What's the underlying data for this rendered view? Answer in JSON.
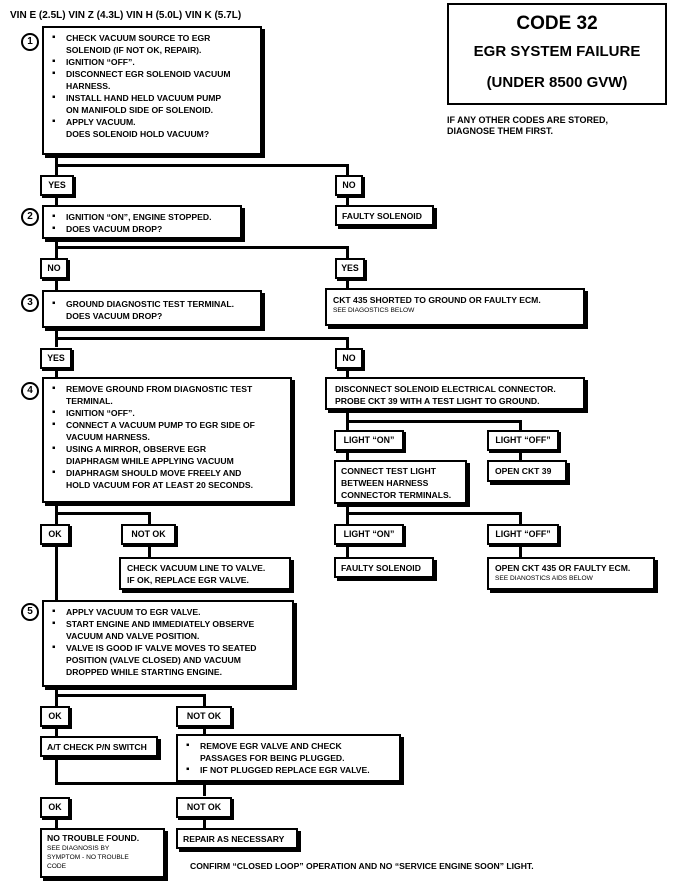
{
  "header": {
    "vin_line": "VIN E (2.5L)  VIN Z (4.3L)  VIN H (5.0L)  VIN K (5.7L)"
  },
  "code_box": {
    "code": "CODE 32",
    "title": "EGR SYSTEM FAILURE",
    "subtitle": "(UNDER 8500 GVW)"
  },
  "note": {
    "line1": "IF ANY OTHER CODES ARE STORED,",
    "line2": "DIAGNOSE THEM FIRST."
  },
  "step1": {
    "num": "1",
    "items": [
      [
        "CHECK VACUUM SOURCE TO EGR",
        "SOLENOID (IF NOT OK, REPAIR)."
      ],
      [
        "IGNITION “OFF”."
      ],
      [
        "DISCONNECT EGR SOLENOID VACUUM",
        "HARNESS."
      ],
      [
        "INSTALL HAND HELD VACUUM PUMP",
        "ON MANIFOLD SIDE OF SOLENOID."
      ],
      [
        "APPLY VACUUM.",
        "DOES SOLENOID HOLD VACUUM?"
      ]
    ]
  },
  "step2": {
    "num": "2",
    "items": [
      [
        "IGNITION “ON”, ENGINE STOPPED."
      ],
      [
        "DOES VACUUM DROP?"
      ]
    ]
  },
  "step3": {
    "num": "3",
    "items": [
      [
        "GROUND DIAGNOSTIC TEST TERMINAL.",
        "DOES VACUUM DROP?"
      ]
    ]
  },
  "step4": {
    "num": "4",
    "items": [
      [
        "REMOVE GROUND FROM DIAGNOSTIC TEST",
        "TERMINAL."
      ],
      [
        "IGNITION “OFF”."
      ],
      [
        "CONNECT A VACUUM PUMP TO EGR SIDE OF",
        "VACUUM HARNESS."
      ],
      [
        "USING A MIRROR, OBSERVE EGR",
        "DIAPHRAGM WHILE APPLYING VACUUM"
      ],
      [
        "DIAPHRAGM SHOULD MOVE FREELY AND",
        "HOLD VACUUM FOR AT LEAST 20 SECONDS."
      ]
    ]
  },
  "step5": {
    "num": "5",
    "items": [
      [
        "APPLY VACUUM TO EGR VALVE."
      ],
      [
        "START ENGINE AND IMMEDIATELY OBSERVE",
        "VACUUM AND VALVE POSITION."
      ],
      [
        "VALVE IS GOOD IF VALVE MOVES TO SEATED",
        "POSITION (VALVE CLOSED) AND VACUUM",
        "DROPPED WHILE STARTING ENGINE."
      ]
    ]
  },
  "labels": {
    "yes": "YES",
    "no": "NO",
    "ok": "OK",
    "not_ok": "NOT OK",
    "light_on": "LIGHT “ON”",
    "light_off": "LIGHT “OFF”"
  },
  "results": {
    "faulty_solenoid": "FAULTY SOLENOID",
    "ckt435": "CKT 435 SHORTED TO GROUND OR FAULTY ECM.",
    "ckt435_sub": "SEE DIAGOSTICS BELOW",
    "disconnect_line1": "DISCONNECT SOLENOID ELECTRICAL CONNECTOR.",
    "disconnect_line2": "PROBE CKT 39 WITH A TEST LIGHT TO GROUND.",
    "open_ckt39": "OPEN CKT 39",
    "connect_line1": "CONNECT TEST LIGHT",
    "connect_line2": "BETWEEN HARNESS",
    "connect_line3": "CONNECTOR TERMINALS.",
    "faulty_solenoid2": "FAULTY SOLENOID",
    "open_ckt435": "OPEN CKT 435 OR FAULTY ECM.",
    "open_ckt435_sub": "SEE DIANOSTICS AIDS BELOW",
    "check_line1": "CHECK VACUUM LINE TO VALVE.",
    "check_line2": "IF OK, REPLACE EGR VALVE.",
    "at_check": "A/T CHECK P/N SWITCH",
    "remove_line1": "REMOVE EGR VALVE AND CHECK",
    "remove_line2": "PASSAGES FOR BEING PLUGGED.",
    "remove_line3": "IF NOT PLUGGED REPLACE EGR VALVE.",
    "no_trouble": "NO TROUBLE FOUND.",
    "no_trouble_sub1": "SEE DIAGNOSIS BY",
    "no_trouble_sub2": "SYMPTOM - NO TROUBLE",
    "no_trouble_sub3": "CODE",
    "repair": "REPAIR AS NECESSARY"
  },
  "footer": "CONFIRM “CLOSED LOOP” OPERATION AND NO “SERVICE ENGINE SOON” LIGHT."
}
